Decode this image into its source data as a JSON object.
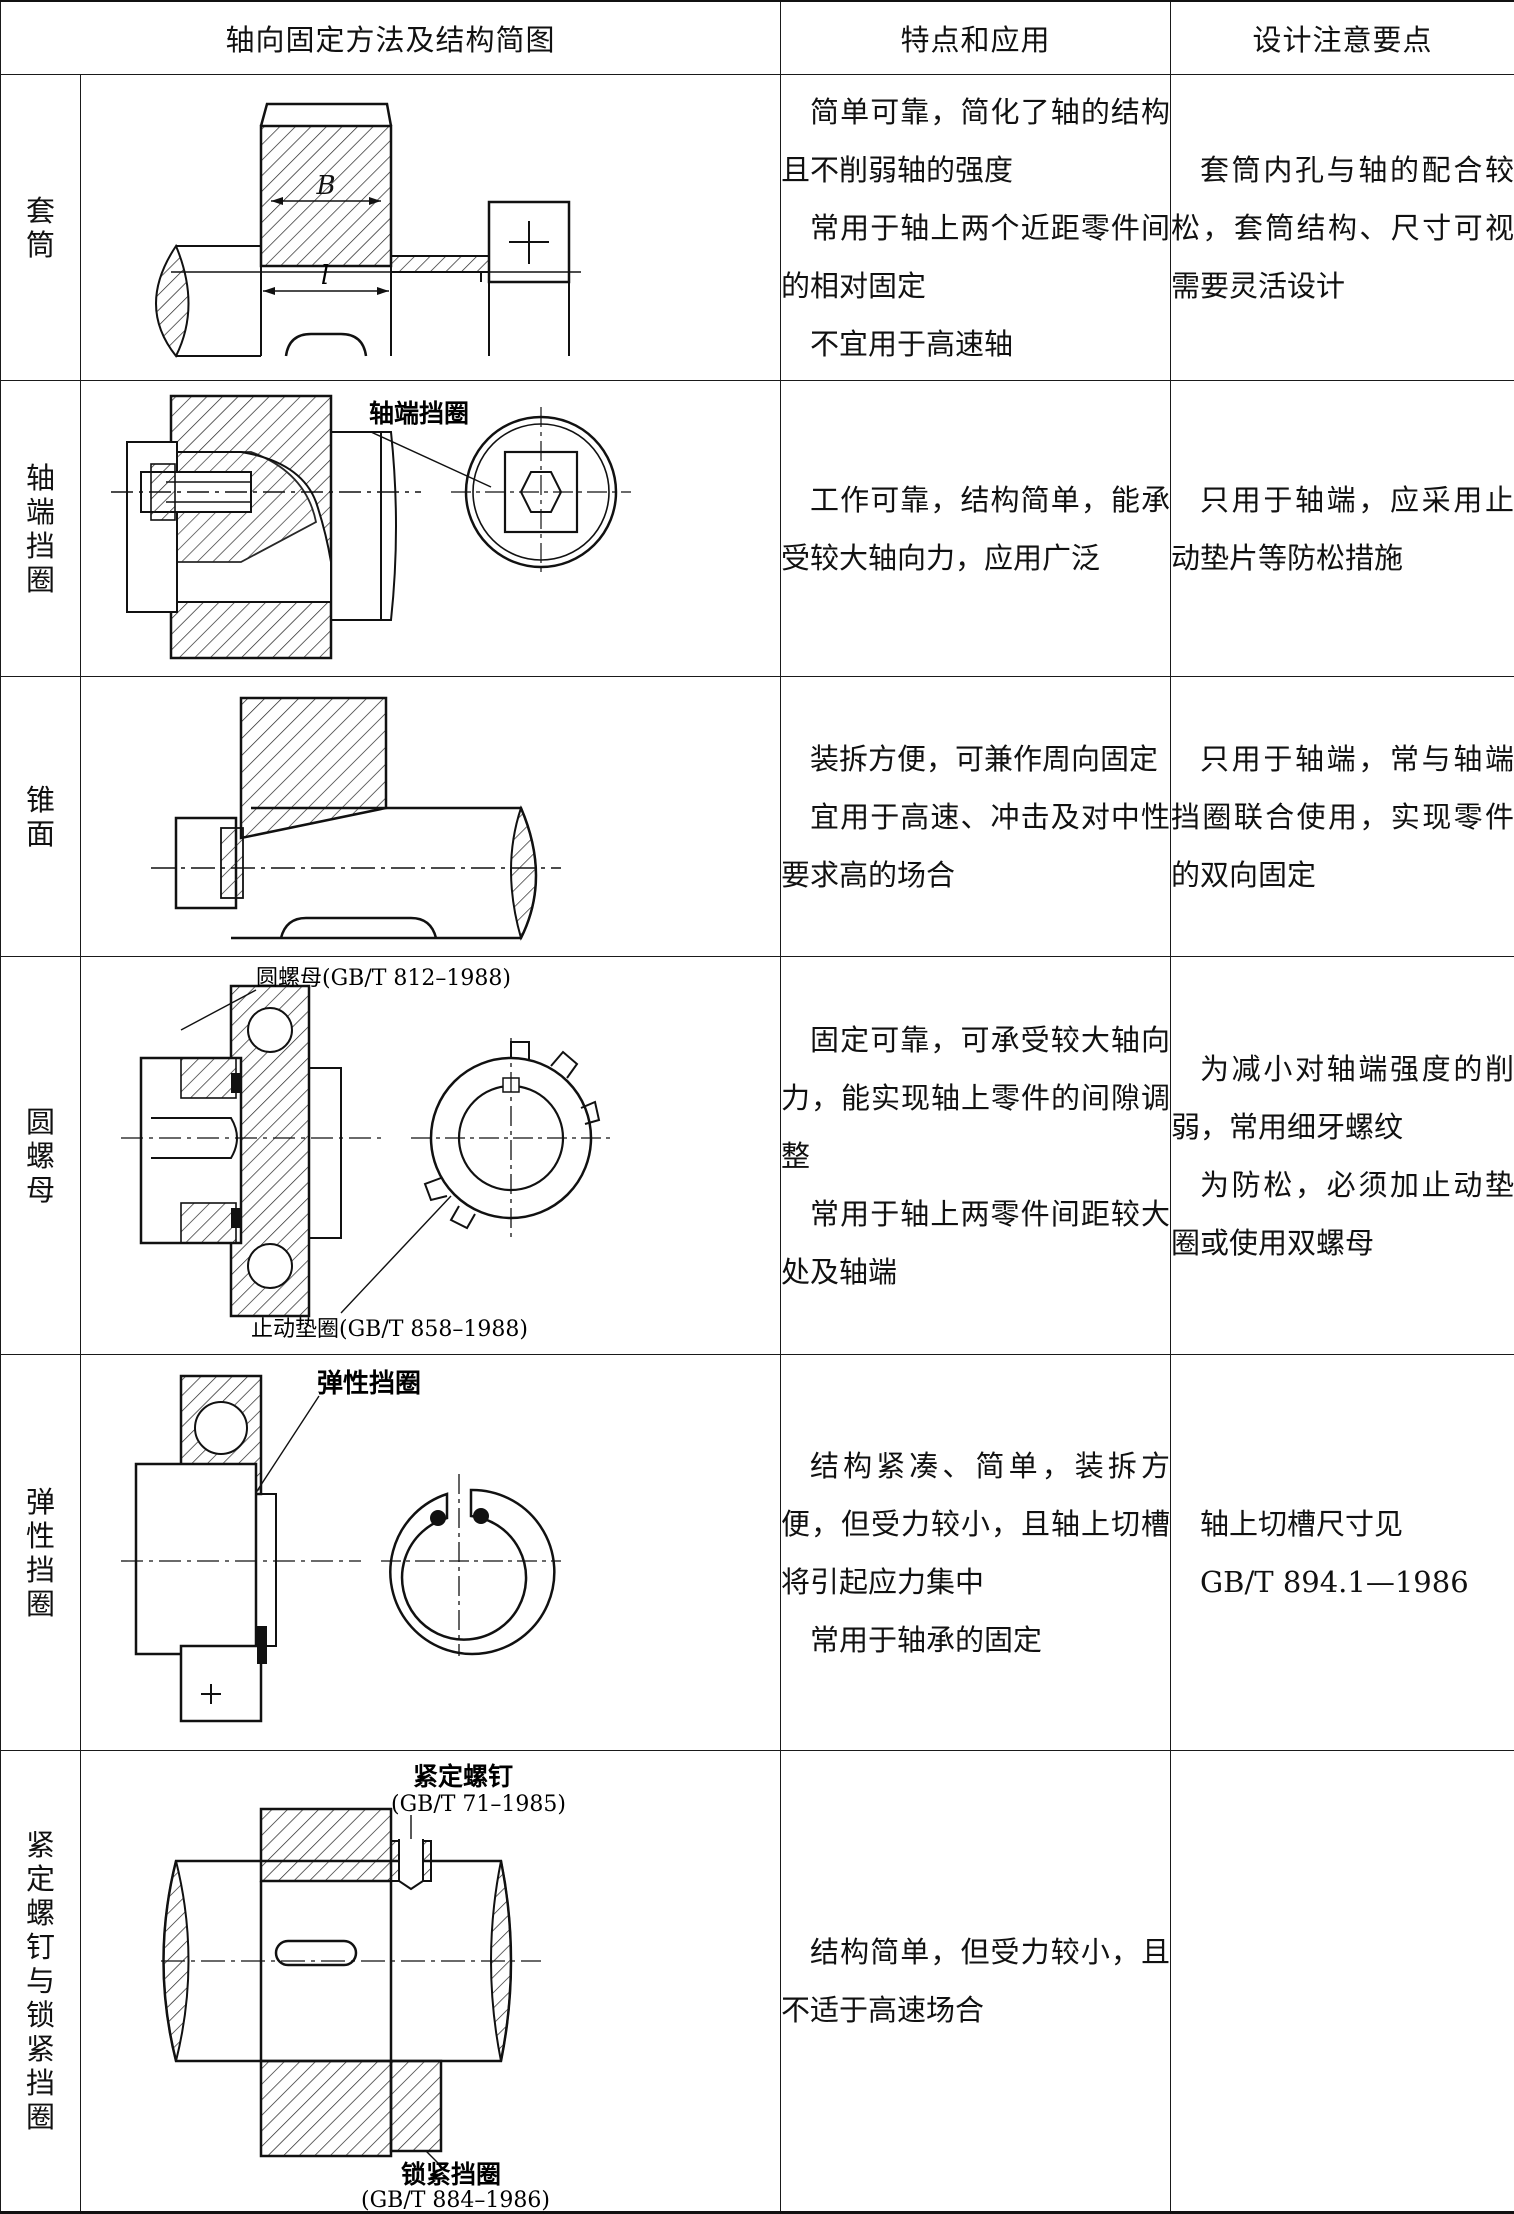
{
  "headers": {
    "method": "轴向固定方法及结构简图",
    "features": "特点和应用",
    "design": "设计注意要点"
  },
  "rows": [
    {
      "name": "套筒",
      "figure_labels": {
        "b": "B",
        "l": "l"
      },
      "features": [
        "简单可靠，简化了轴的结构且不削弱轴的强度",
        "常用于轴上两个近距零件间的相对固定",
        "不宜用于高速轴"
      ],
      "design": [
        "套筒内孔与轴的配合较松，套筒结构、尺寸可视需要灵活设计"
      ]
    },
    {
      "name": "轴端挡圈",
      "figure_labels": {
        "ring": "轴端挡圈"
      },
      "features": [
        "工作可靠，结构简单，能承受较大轴向力，应用广泛"
      ],
      "design": [
        "只用于轴端，应采用止动垫片等防松措施"
      ]
    },
    {
      "name": "锥面",
      "figure_labels": {},
      "features": [
        "装拆方便，可兼作周向固定",
        "宜用于高速、冲击及对中性要求高的场合"
      ],
      "design": [
        "只用于轴端，常与轴端挡圈联合使用，实现零件的双向固定"
      ]
    },
    {
      "name": "圆螺母",
      "figure_labels": {
        "nut": "圆螺母(GB/T 812–1988)",
        "washer": "止动垫圈(GB/T 858–1988)"
      },
      "features": [
        "固定可靠，可承受较大轴向力，能实现轴上零件的间隙调整",
        "常用于轴上两零件间距较大处及轴端"
      ],
      "design": [
        "为减小对轴端强度的削弱，常用细牙螺纹",
        "为防松，必须加止动垫圈或使用双螺母"
      ]
    },
    {
      "name": "弹性挡圈",
      "figure_labels": {
        "ring": "弹性挡圈"
      },
      "features": [
        "结构紧凑、简单，装拆方便，但受力较小，且轴上切槽将引起应力集中",
        "常用于轴承的固定"
      ],
      "design": [
        "轴上切槽尺寸见",
        "GB/T 894.1—1986"
      ]
    },
    {
      "name": "紧定螺钉与锁紧挡圈",
      "figure_labels": {
        "screw": "紧定螺钉",
        "screw_std": "(GB/T 71–1985)",
        "ring": "锁紧挡圈",
        "ring_std": "(GB/T 884–1986)"
      },
      "features": [
        "结构简单，但受力较小，且不适于高速场合"
      ],
      "design": []
    }
  ]
}
